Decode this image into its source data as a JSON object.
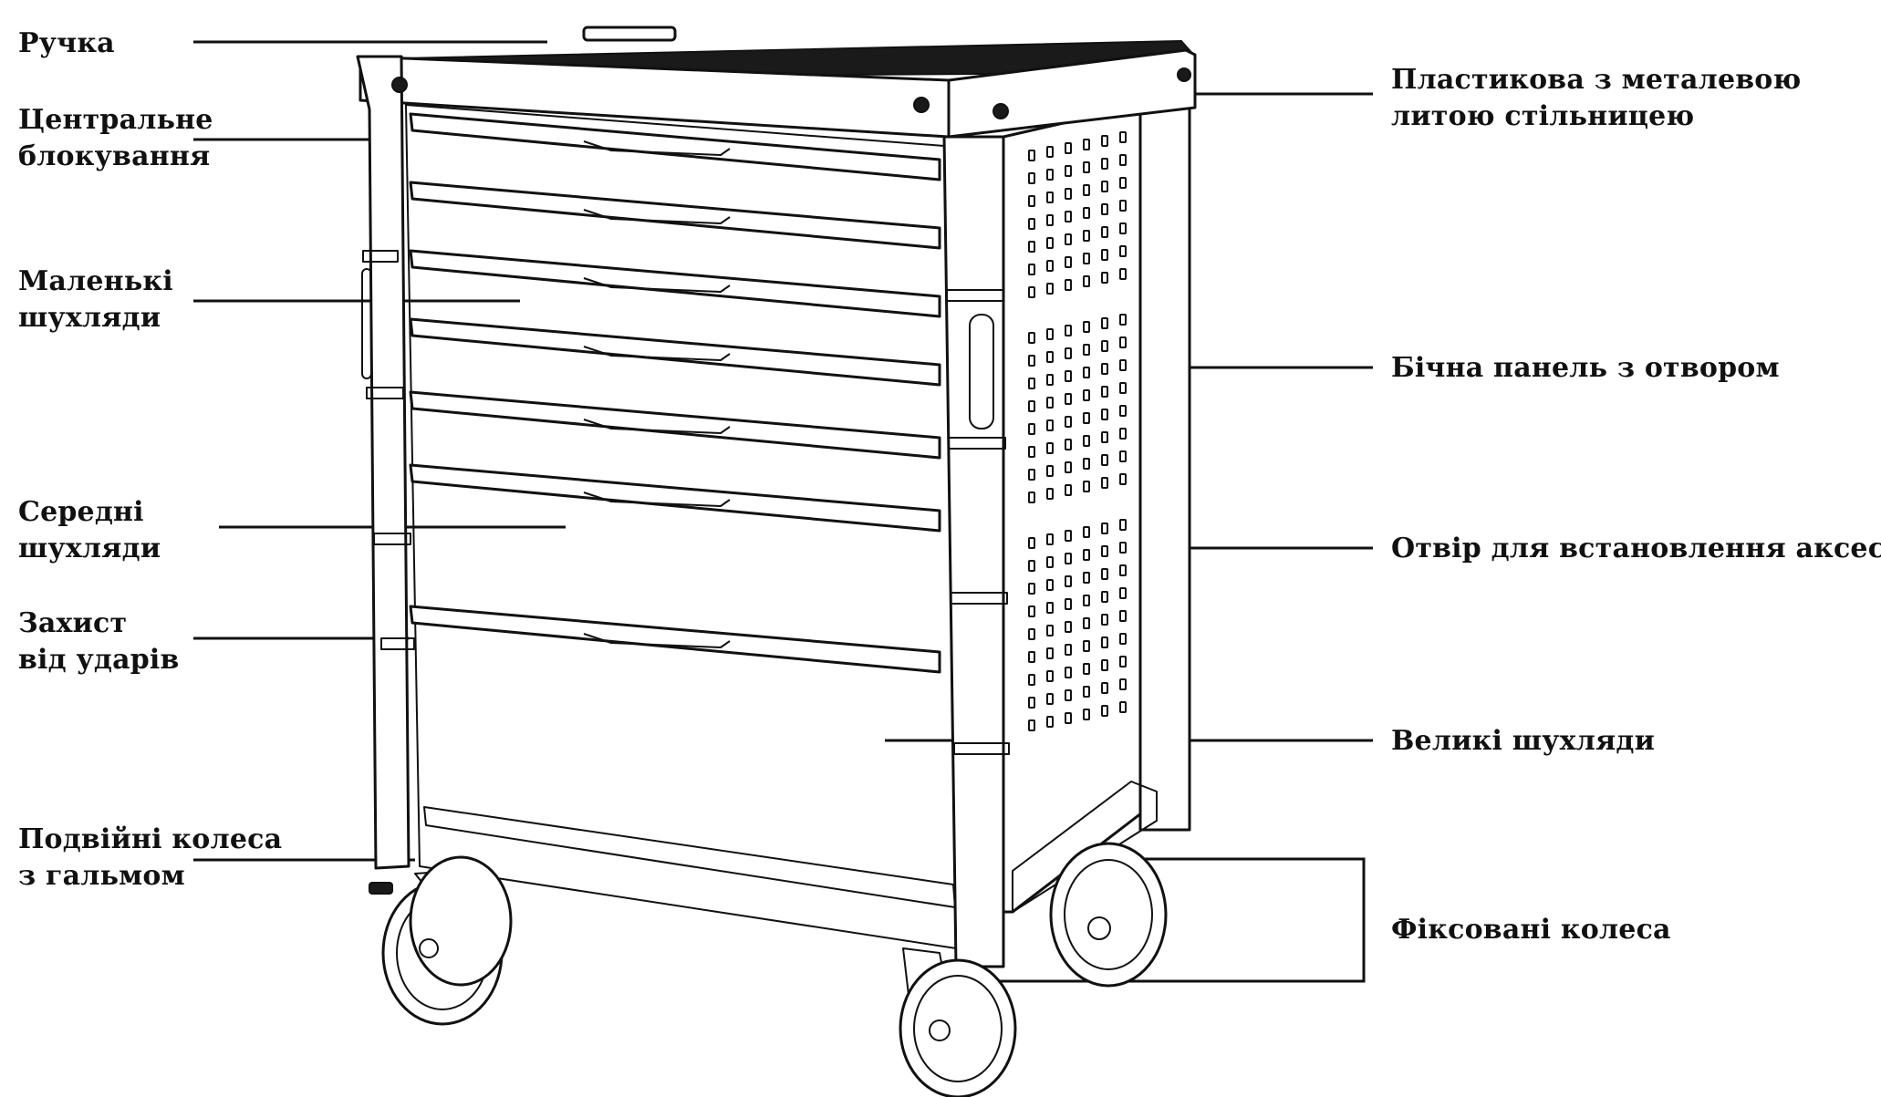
{
  "labels": {
    "handle": "Ручка",
    "central_lock": [
      "Центральне",
      "блокування"
    ],
    "small_drawers": [
      "Маленькі",
      "шухляди"
    ],
    "medium_drawers": [
      "Середні",
      "шухляди"
    ],
    "impact_protection": [
      "Захист",
      "від ударів"
    ],
    "double_wheels": [
      "Подвійні колеса",
      "з гальмом"
    ],
    "worktop": [
      "Пластикова з металевою",
      "литою стільницею"
    ],
    "side_panel": "Бічна панель з отвором",
    "accessory_hole": "Отвір для встановлення аксесуарів",
    "large_drawers": "Великі шухляди",
    "fixed_wheels": "Фіксовані колеса"
  },
  "colors": {
    "line": "#111111",
    "background": "#ffffff",
    "top": "#1a1a1a"
  }
}
